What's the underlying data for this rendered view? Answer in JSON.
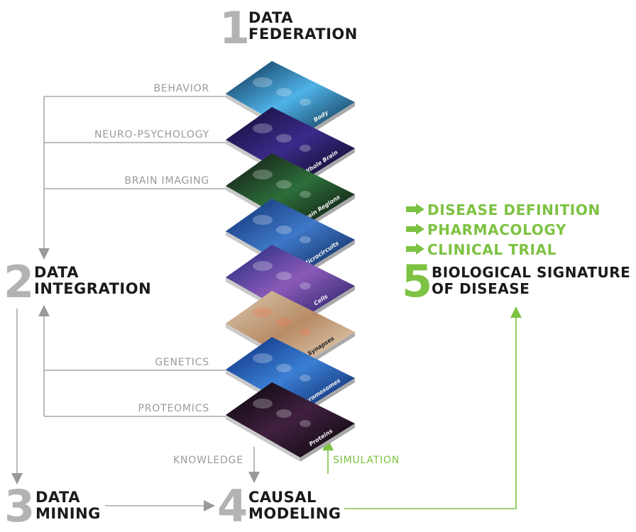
{
  "steps": {
    "s1": {
      "number": "1",
      "line1": "DATA",
      "line2": "FEDERATION"
    },
    "s2": {
      "number": "2",
      "line1": "DATA",
      "line2": "INTEGRATION"
    },
    "s3": {
      "number": "3",
      "line1": "DATA",
      "line2": "MINING"
    },
    "s4": {
      "number": "4",
      "line1": "CAUSAL",
      "line2": "MODELING"
    },
    "s5": {
      "number": "5",
      "line1": "BIOLOGICAL SIGNATURE",
      "line2": "OF DISEASE"
    }
  },
  "sources": {
    "behavior": "BEHAVIOR",
    "neuro": "NEURO-PSYCHOLOGY",
    "imaging": "BRAIN IMAGING",
    "genetics": "GENETICS",
    "proteomics": "PROTEOMICS"
  },
  "flow": {
    "knowledge": "KNOWLEDGE",
    "simulation": "SIMULATION"
  },
  "outcomes": [
    "DISEASE DEFINITION",
    "PHARMACOLOGY",
    "CLINICAL TRIAL"
  ],
  "layers": [
    "Body",
    "Whole Brain",
    "Brain Regions",
    "Microcircuits",
    "Cells",
    "Synapses",
    "Chromosomes",
    "Proteins"
  ],
  "colors": {
    "green": "#7dc242",
    "gray": "#9a9a9a",
    "dark": "#1a1a1a"
  }
}
